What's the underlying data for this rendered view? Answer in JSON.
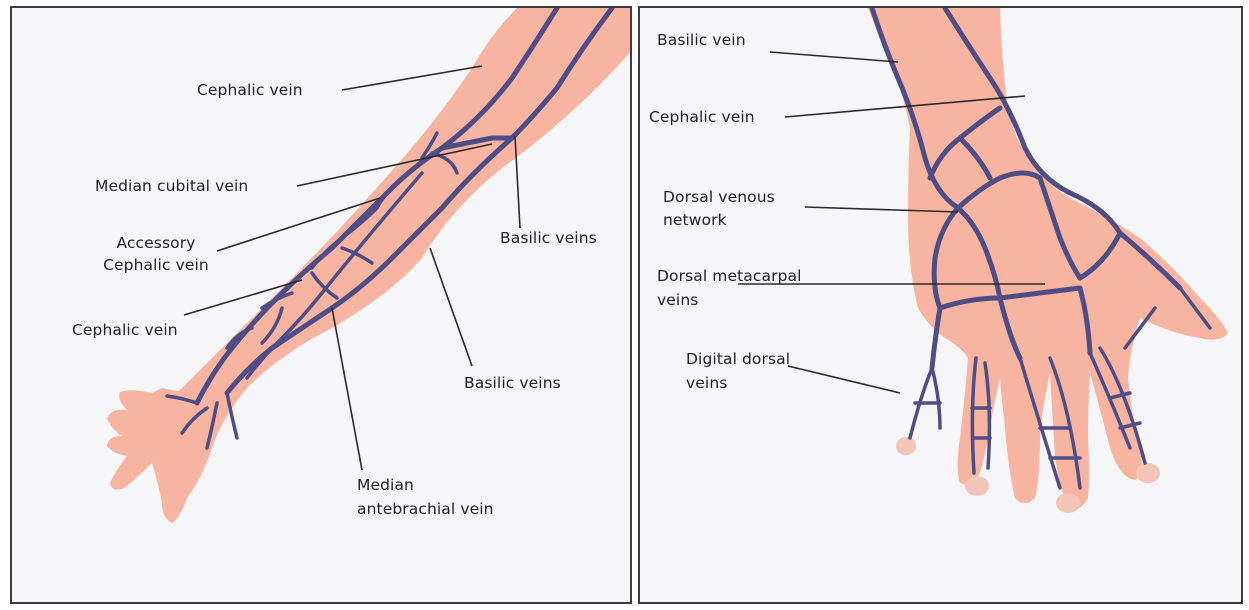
{
  "arm_panel": {
    "labels": {
      "cephalic_vein_upper": "Cephalic vein",
      "median_cubital_vein": "Median cubital vein",
      "accessory_cephalic_line1": "Accessory",
      "accessory_cephalic_line2": "Cephalic vein",
      "cephalic_vein_lower": "Cephalic vein",
      "basilic_veins_upper": "Basilic veins",
      "basilic_veins_lower": "Basilic veins",
      "median_antebrachial_line1": "Median",
      "median_antebrachial_line2": "antebrachial vein"
    }
  },
  "hand_panel": {
    "labels": {
      "basilic_vein": "Basilic vein",
      "cephalic_vein": "Cephalic vein",
      "dorsal_venous_line1": "Dorsal venous",
      "dorsal_venous_line2": "network",
      "dorsal_metacarpal_line1": "Dorsal metacarpal",
      "dorsal_metacarpal_line2": "veins",
      "digital_dorsal_line1": "Digital dorsal",
      "digital_dorsal_line2": "veins"
    }
  },
  "colors": {
    "skin": "#f7b4a0",
    "vein": "#4e4d86",
    "panel_background": "#f6f5f8",
    "frame": "#3c3c3c"
  }
}
